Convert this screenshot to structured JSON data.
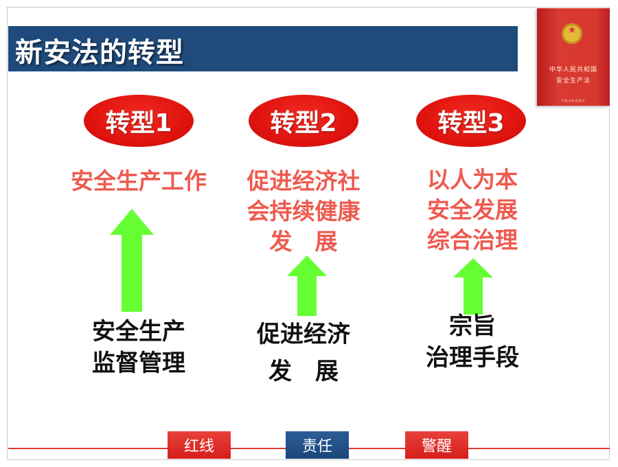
{
  "title": "新安法的转型",
  "book": {
    "line1": "中华人民共和国",
    "line2": "安全生产法",
    "publisher": "中国法制出版社"
  },
  "columns": [
    {
      "badge": "转型1",
      "goal_lines": [
        "安全生产工作"
      ],
      "base_lines": [
        "安全生产",
        "监督管理"
      ]
    },
    {
      "badge": "转型2",
      "goal_lines": [
        "促进经济社",
        "会持续健康",
        "发　展"
      ],
      "base_lines": [
        "促进经济",
        "发　展"
      ]
    },
    {
      "badge": "转型3",
      "goal_lines": [
        "以人为本",
        "安全发展",
        "综合治理"
      ],
      "base_lines": [
        "宗旨",
        "治理手段"
      ]
    }
  ],
  "footer": {
    "tags": [
      "红线",
      "责任",
      "警醒"
    ]
  },
  "colors": {
    "title_bar": "#1f4a7c",
    "badge_red": "#e0140f",
    "goal_text": "#ee5a4f",
    "arrow_green": "#66ff33",
    "footer_red": "#d93a31",
    "footer_blue": "#1b4678"
  }
}
